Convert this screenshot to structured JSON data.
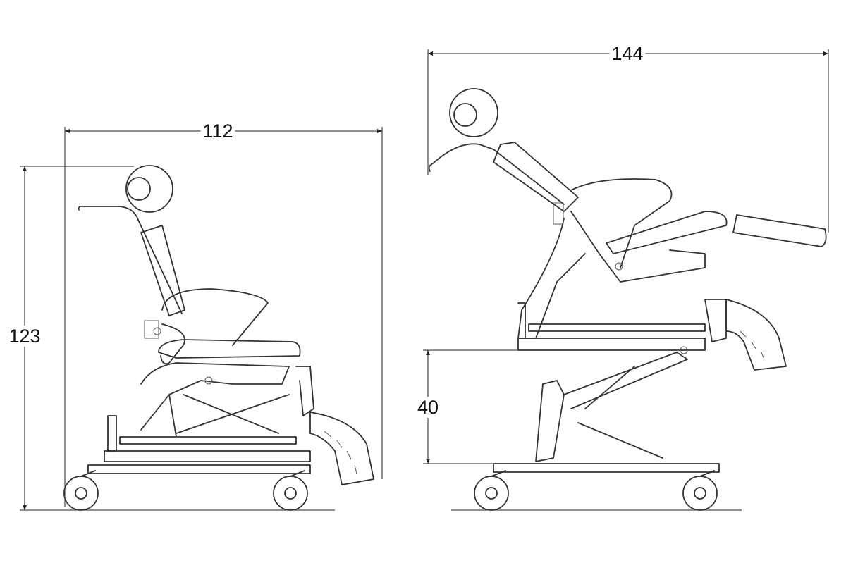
{
  "left_chair": {
    "width_label": "112",
    "height_label": "123"
  },
  "right_chair": {
    "width_label": "144",
    "seat_height_label": "40"
  },
  "colors": {
    "line": "#333333",
    "background": "#ffffff"
  }
}
